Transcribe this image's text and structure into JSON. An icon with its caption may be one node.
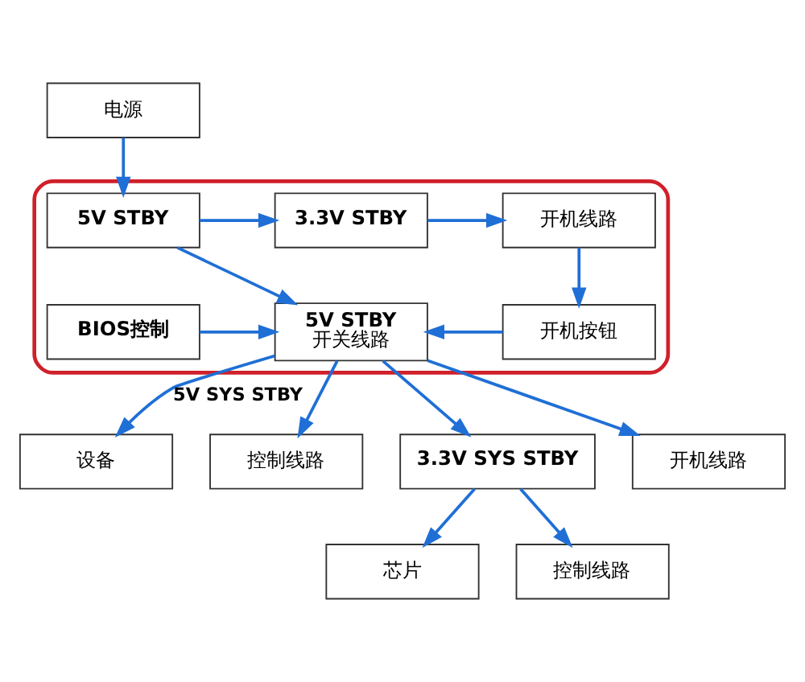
{
  "diagram": {
    "nodes": [
      {
        "text": [
          "电源"
        ]
      },
      {
        "text": [],
        "shape": "box"
      },
      {
        "text": [
          "5V STBY"
        ],
        "in": 1
      },
      {
        "text": [
          "3.3V STBY"
        ],
        "in": 1
      },
      {
        "text": [
          "开机线路"
        ],
        "in": 1
      },
      {
        "text": [
          "5V STBY",
          "开关线路"
        ],
        "in": 1
      },
      {
        "text": [
          "开机按钮"
        ],
        "in": 1
      },
      {
        "text": [
          "BIOS控制"
        ],
        "in": 1
      },
      {
        "text": [
          "设备"
        ]
      },
      {
        "text": [
          "控制线路"
        ]
      },
      {
        "text": [
          "3.3V SYS STBY"
        ]
      },
      {
        "text": [
          "开机线路"
        ]
      },
      {
        "text": [
          "芯片"
        ]
      },
      {
        "text": [
          "控制线路"
        ]
      }
    ],
    "edges": [
      {
        "from": 0,
        "to": 2,
        "arrow": "to"
      },
      {
        "from": 2,
        "to": 3,
        "arrow": "to"
      },
      {
        "from": 3,
        "to": 4,
        "arrow": "to"
      },
      {
        "from": 2,
        "to": 5,
        "arrow": "to"
      },
      {
        "from": 4,
        "to": 6,
        "arrow": "to"
      },
      {
        "from": 6,
        "to": 5,
        "arrow": "to"
      },
      {
        "from": 7,
        "to": 5,
        "arrow": "to"
      },
      {
        "from": 5,
        "to": 8,
        "arrow": "to",
        "label": "5V SYS STBY"
      },
      {
        "from": 5,
        "to": 9,
        "arrow": "to"
      },
      {
        "from": 5,
        "to": 10,
        "arrow": "to"
      },
      {
        "from": 5,
        "to": 11,
        "arrow": "to"
      },
      {
        "from": 10,
        "to": 12,
        "arrow": "to"
      },
      {
        "from": 10,
        "to": 13,
        "arrow": "to"
      }
    ]
  }
}
